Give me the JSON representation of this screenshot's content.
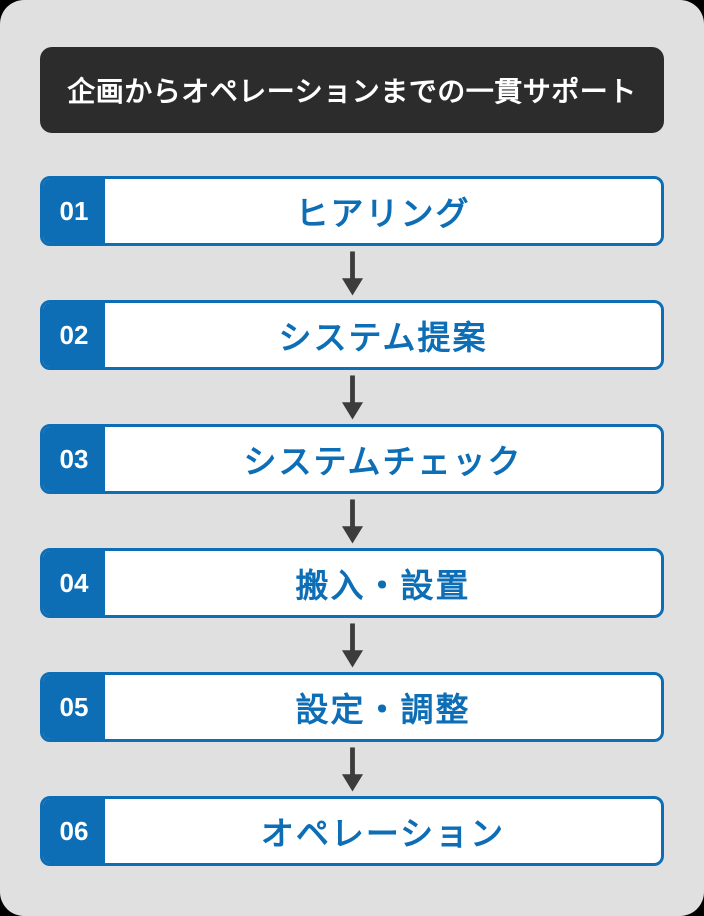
{
  "banner": {
    "title": "企画からオペレーションまでの一貫サポート"
  },
  "steps": [
    {
      "number": "01",
      "label": "ヒアリング"
    },
    {
      "number": "02",
      "label": "システム提案"
    },
    {
      "number": "03",
      "label": "システムチェック"
    },
    {
      "number": "04",
      "label": "搬入・設置"
    },
    {
      "number": "05",
      "label": "設定・調整"
    },
    {
      "number": "06",
      "label": "オペレーション"
    }
  ],
  "colors": {
    "accent_blue": "#0d6eb6",
    "banner_dark": "#2c2c2c",
    "background": "#e0e0e0",
    "arrow": "#3c3c3c"
  }
}
